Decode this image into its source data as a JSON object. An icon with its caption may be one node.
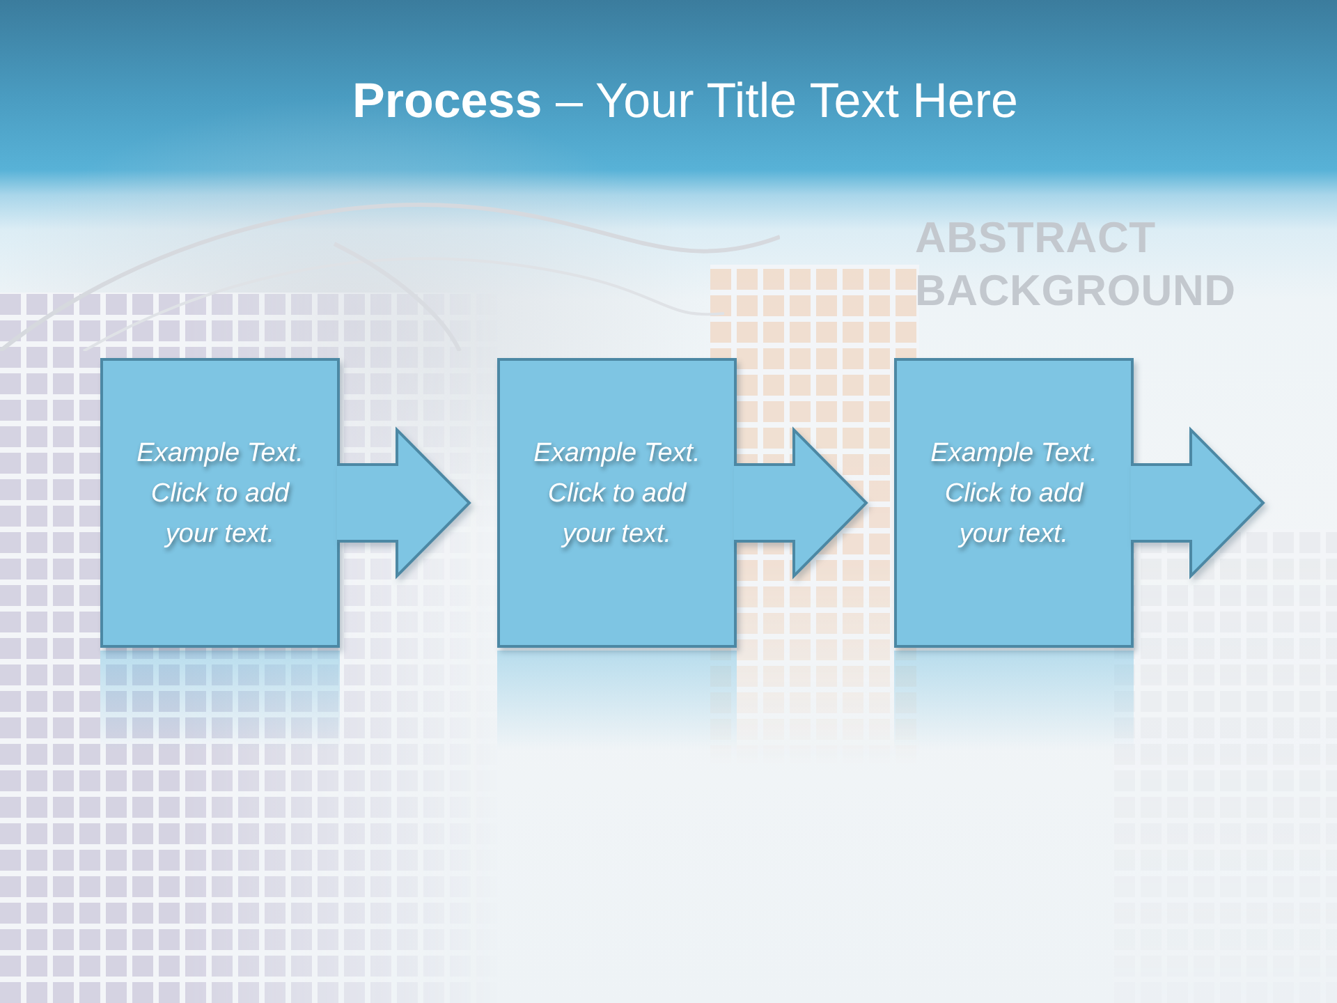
{
  "diagram": {
    "title": "**Process** – Your Title Text Here",
    "nodes": [
      {
        "text": [
          "Example Text. Click to add your text."
        ]
      },
      {
        "text": [
          "Example Text. Click to add your text."
        ]
      },
      {
        "text": [
          "Example Text. Click to add your text."
        ]
      }
    ],
    "edges": [
      {
        "from": 0,
        "to": 1,
        "arrow": "to"
      },
      {
        "from": 1,
        "to": 2,
        "arrow": "to"
      },
      {
        "from": 2,
        "to": null,
        "arrow": "to"
      }
    ],
    "labels": [
      "ABSTRACT BACKGROUND"
    ]
  }
}
